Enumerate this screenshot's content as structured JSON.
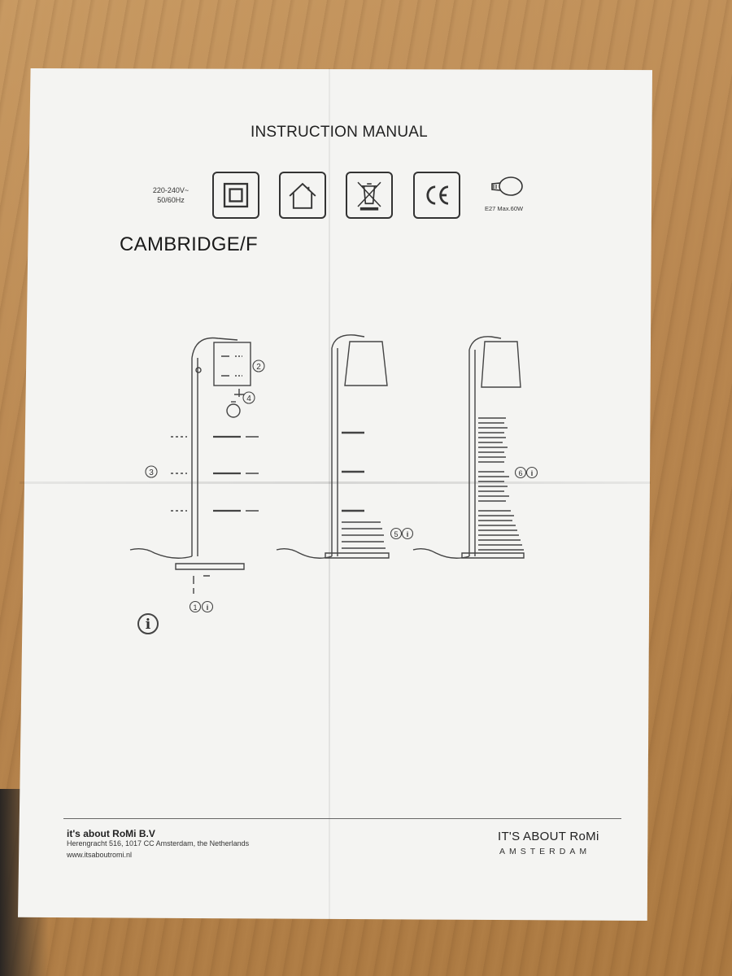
{
  "header": {
    "title": "INSTRUCTION MANUAL",
    "voltage_line1": "220-240V~",
    "voltage_line2": "50/60Hz",
    "bulb_spec": "E27 Max.60W",
    "icons": [
      "double-insulation-icon",
      "indoor-use-icon",
      "weee-bin-icon",
      "ce-mark-icon",
      "bulb-icon"
    ]
  },
  "product": {
    "model": "CAMBRIDGE/F"
  },
  "steps": {
    "step1": "1",
    "step2": "2",
    "step3": "3",
    "step4": "4",
    "step5": "5",
    "step6": "6",
    "info": "i"
  },
  "footer": {
    "company_name": "it's about RoMi B.V",
    "address": "Herengracht 516, 1017 CC Amsterdam, the Netherlands",
    "website": "www.itsaboutromi.nl",
    "brand": "IT'S ABOUT RoMi",
    "brand_sub": "AMSTERDAM"
  },
  "colors": {
    "paper": "#f4f4f2",
    "ink": "#333333",
    "table": "#b98a55"
  }
}
